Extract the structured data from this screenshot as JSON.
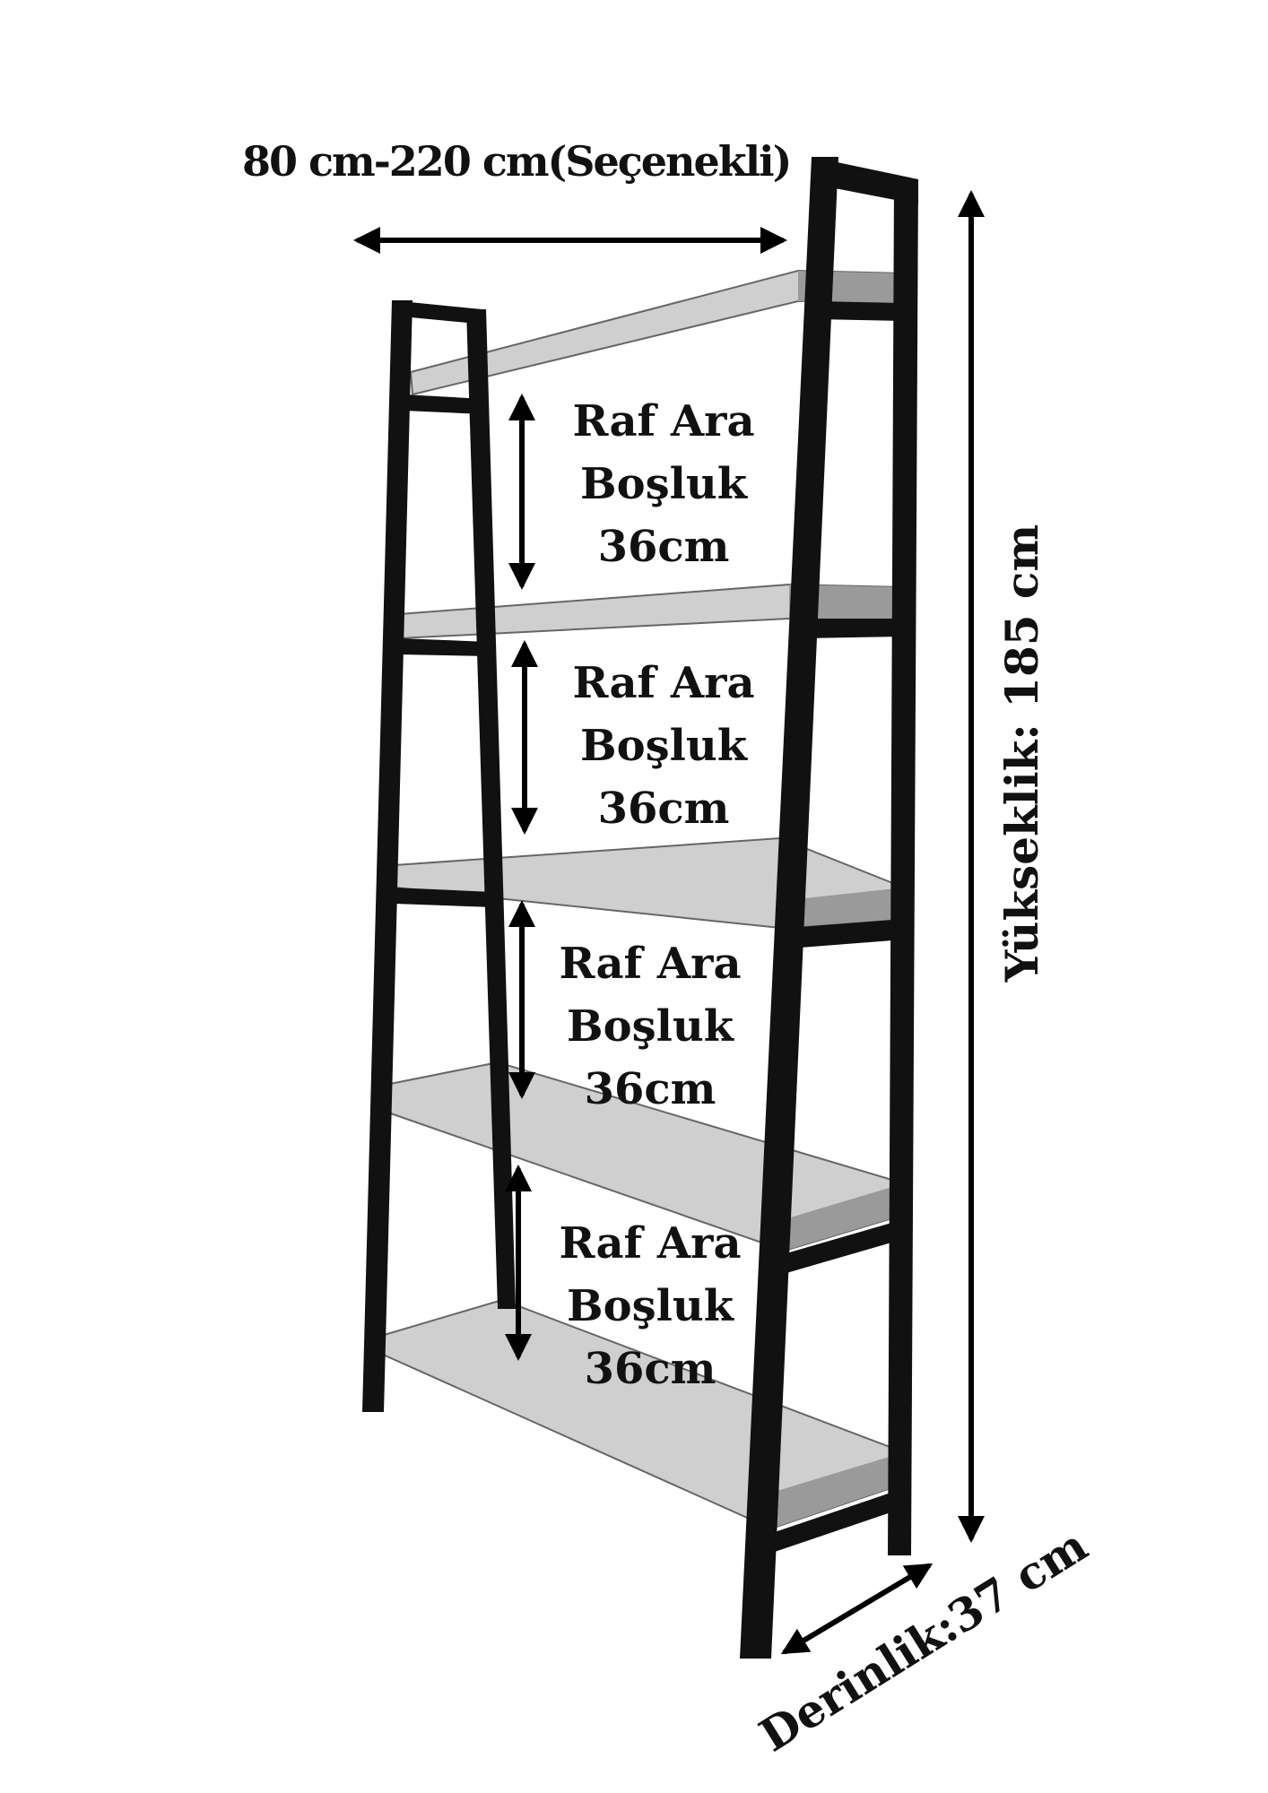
{
  "dimensions": {
    "width_label": "80 cm-220 cm(Seçenekli)",
    "height_label": "Yükseklik: 185 cm",
    "depth_label": "Derinlik:37 cm"
  },
  "shelf_gaps": [
    {
      "line1": "Raf Ara",
      "line2": "Boşluk",
      "line3": "36cm"
    },
    {
      "line1": "Raf Ara",
      "line2": "Boşluk",
      "line3": "36cm"
    },
    {
      "line1": "Raf Ara",
      "line2": "Boşluk",
      "line3": "36cm"
    },
    {
      "line1": "Raf Ara",
      "line2": "Boşluk",
      "line3": "36cm"
    }
  ],
  "colors": {
    "frame": "#111111",
    "shelf_top": "#cfcfcf",
    "shelf_front": "#9a9a9a",
    "arrow": "#000000",
    "text": "#111111"
  }
}
